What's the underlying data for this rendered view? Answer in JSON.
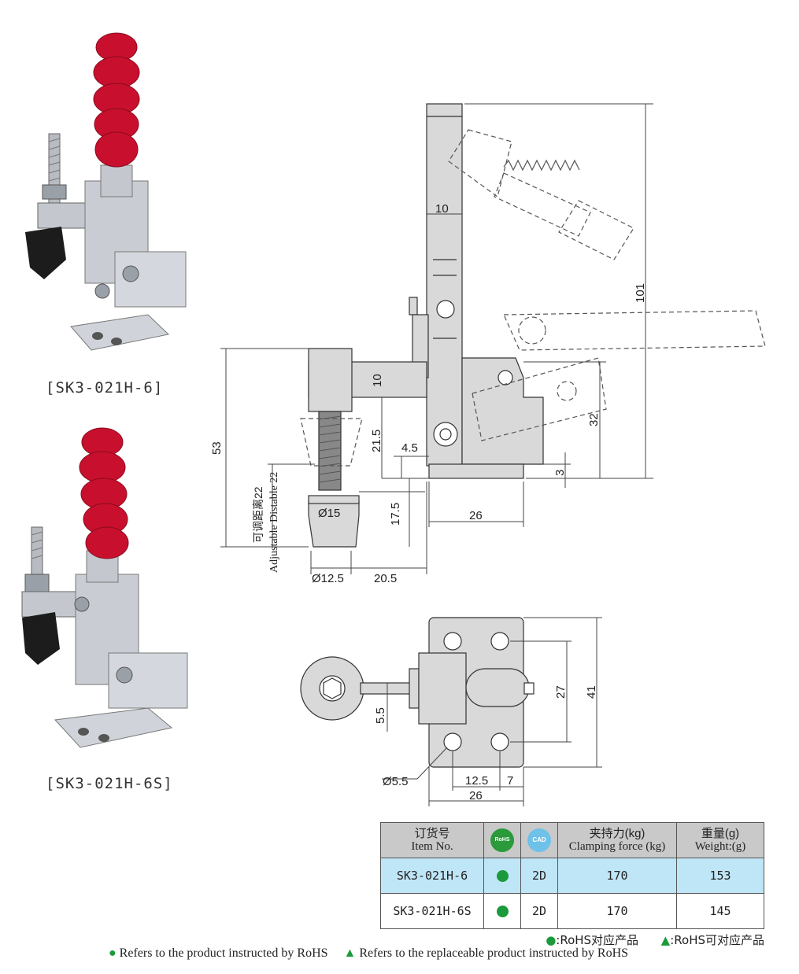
{
  "products": [
    {
      "caption": "[SK3-021H-6]"
    },
    {
      "caption": "[SK3-021H-6S]"
    }
  ],
  "dimensions": {
    "d10_top": "10",
    "d101": "101",
    "d10_arm": "10",
    "d53": "53",
    "d21_5": "21.5",
    "d4_5": "4.5",
    "d32": "32",
    "d3": "3",
    "d17_5": "17.5",
    "d26_side": "26",
    "d15": "Ø15",
    "d12_5": "Ø12.5",
    "d20_5": "20.5",
    "adjust_cn": "可调距离22",
    "adjust_en": "Adjustable Distable 22",
    "d27": "27",
    "d41": "41",
    "d5_5": "5.5",
    "d5_5_hole": "Ø5.5",
    "d12_5_bottom": "12.5",
    "d7": "7",
    "d26_bottom": "26"
  },
  "table": {
    "headers": {
      "item_cn": "订货号",
      "item_en": "Item No.",
      "rohs": "RoHS",
      "cad": "CAD",
      "force_cn": "夹持力(kg)",
      "force_en": "Clamping force (kg)",
      "weight_cn": "重量(g)",
      "weight_en": "Weight:(g)"
    },
    "rows": [
      {
        "item": "SK3-021H-6",
        "cad": "2D",
        "force": "170",
        "weight": "153"
      },
      {
        "item": "SK3-021H-6S",
        "cad": "2D",
        "force": "170",
        "weight": "145"
      }
    ]
  },
  "legend": {
    "cn_rohs": ":RoHS对应产品",
    "cn_replace": ":RoHS可对应产品",
    "en_rohs": "Refers to the product instructed by RoHS",
    "en_replace": "Refers to the replaceable product instructed by RoHS"
  },
  "colors": {
    "rohs_green": "#1a9a3a",
    "row_highlight": "#bfe6f7",
    "grip_red": "#c8102e"
  }
}
